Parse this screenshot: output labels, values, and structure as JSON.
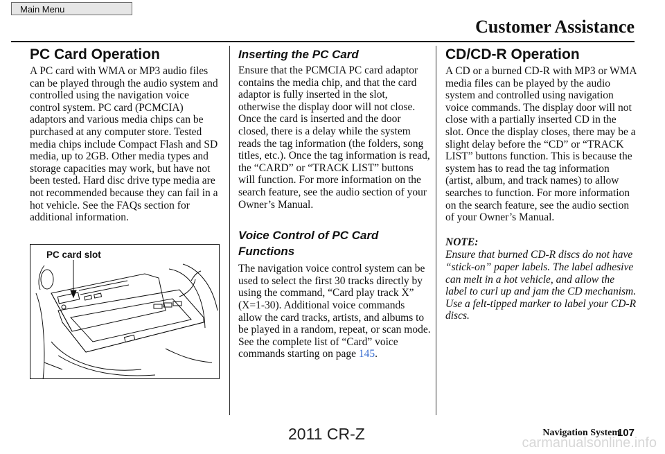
{
  "header": {
    "main_menu_label": "Main Menu",
    "title": "Customer Assistance"
  },
  "left": {
    "heading": "PC Card Operation",
    "body": "A PC card with WMA or MP3 audio files can be played through the audio system and controlled using the navigation voice control system. PC card (PCMCIA) adaptors and various media chips can be purchased at any computer store. Tested media chips include Compact Flash and SD media, up to 2GB. Other media types and storage capacities may work, but have not been tested. Hard disc drive type media are not recommended because they can fail in a hot vehicle. See the FAQs section for additional information.",
    "figure_label": "PC card slot"
  },
  "middle": {
    "heading1": "Inserting the PC Card",
    "body1": "Ensure that the PCMCIA PC card adaptor contains the media chip, and that the card adaptor is fully inserted in the slot, otherwise the display door will not close. Once the card is inserted and the door closed, there is a delay while the system reads the tag information (the folders, song titles, etc.). Once the tag information is read, the “CARD” or “TRACK LIST” buttons will function. For more information on the search feature, see the audio section of your Owner’s Manual.",
    "heading2_line1": "Voice Control of PC Card",
    "heading2_line2": "Functions",
    "body2": "The navigation voice control system can be used to select the first 30 tracks directly by using the command, “Card play track X” (X=1-30). Additional voice commands allow the card tracks, artists, and albums to be played in a random, repeat, or scan mode. See the complete list of “Card” voice commands starting on page ",
    "page_ref": "145",
    "page_ref_suffix": "."
  },
  "right": {
    "heading": "CD/CD-R Operation",
    "body": "A CD or a burned CD-R with MP3 or WMA media files can be played by the audio system and controlled using navigation voice commands. The display door will not close with a partially inserted CD in the slot. Once the display closes, there may be a slight delay before the “CD” or “TRACK LIST” buttons function. This is because the system has to read the tag information (artist, album, and track names) to allow searches to function. For more information on the search feature, see the audio section of your Owner’s Manual.",
    "note_label": "NOTE:",
    "note_body": "Ensure that burned CD-R discs do not have “stick-on” paper labels. The label adhesive can melt in a hot vehicle, and allow the label to curl up and jam the CD mechanism. Use a felt-tipped marker to label your CD-R discs."
  },
  "footer": {
    "section_title": "Navigation System",
    "page_number": "107",
    "model": "2011 CR-Z",
    "watermark": "carmanualsonline.info"
  }
}
